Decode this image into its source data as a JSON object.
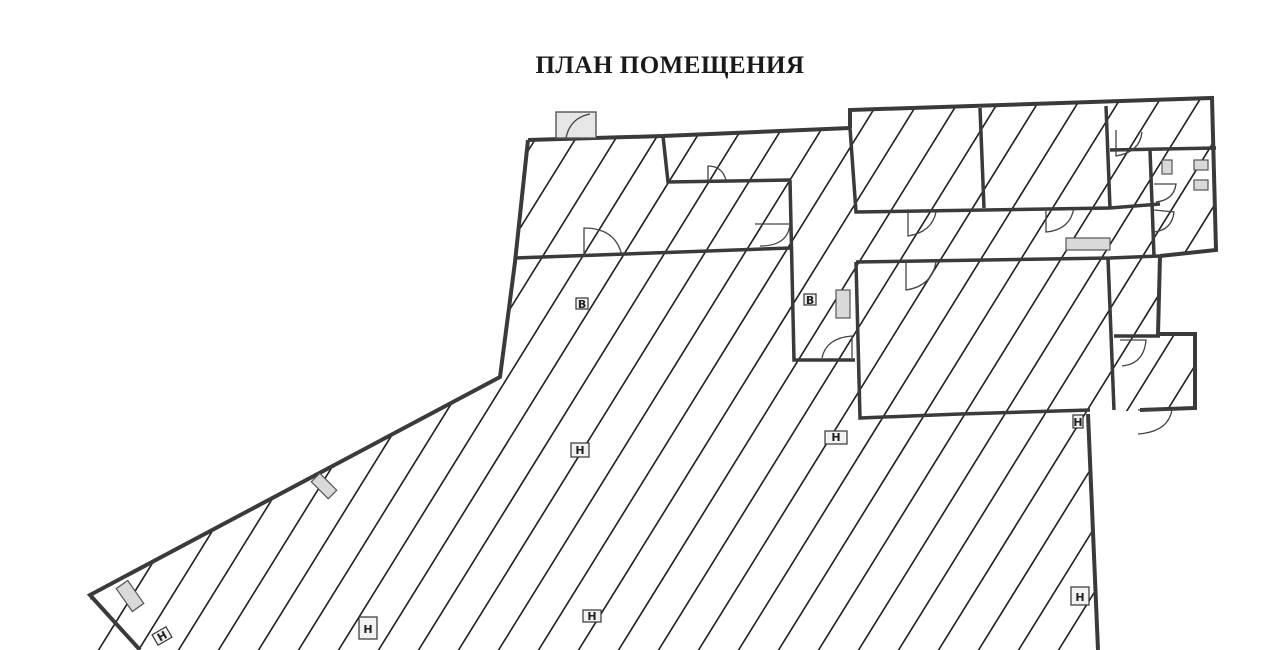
{
  "title": "ПЛАН ПОМЕЩЕНИЯ",
  "marks": [
    {
      "id": "m1",
      "text": "B"
    },
    {
      "id": "m2",
      "text": "B"
    },
    {
      "id": "m3",
      "text": "H"
    },
    {
      "id": "m4",
      "text": "H"
    },
    {
      "id": "m5",
      "text": "H"
    },
    {
      "id": "m6",
      "text": "H"
    },
    {
      "id": "m7",
      "text": "H"
    },
    {
      "id": "m8",
      "text": "H"
    }
  ],
  "colors": {
    "line": "#3a3a3a",
    "hatch": "#1f1f1f",
    "background": "#ffffff"
  }
}
